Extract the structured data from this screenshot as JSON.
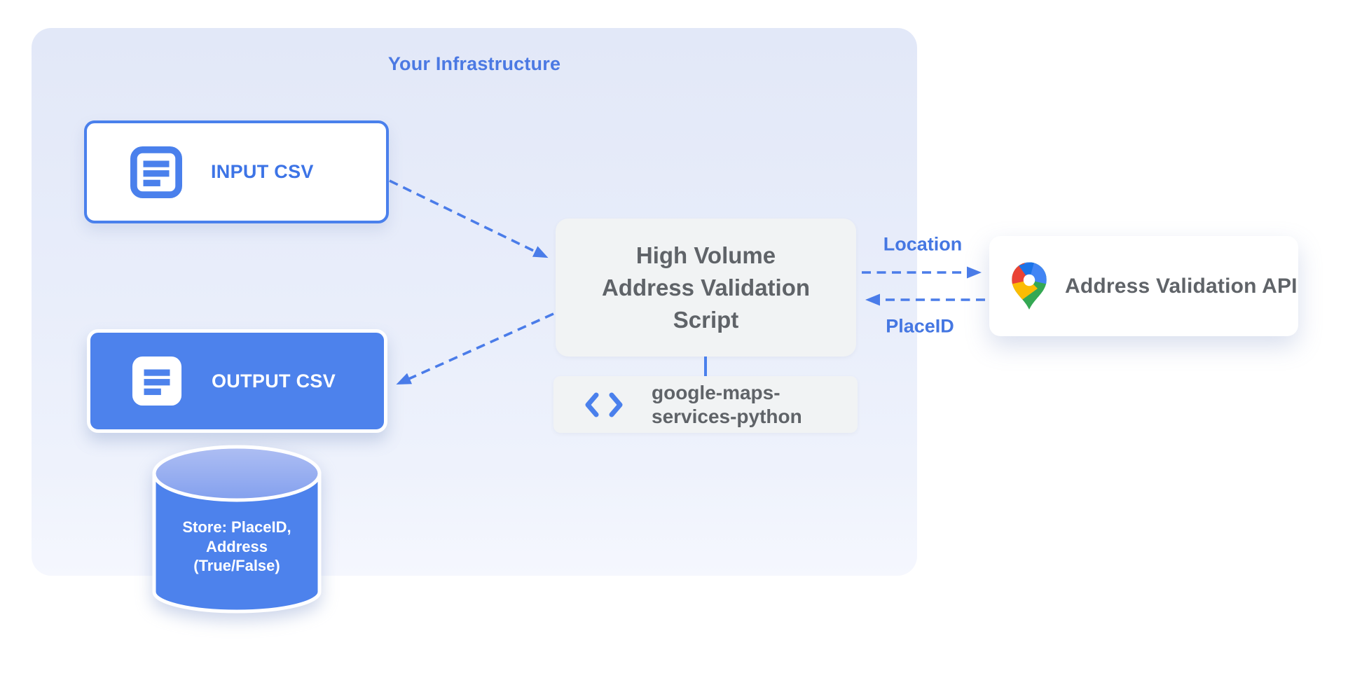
{
  "infrastructure": {
    "title": "Your Infrastructure"
  },
  "nodes": {
    "input_csv": {
      "label": "INPUT CSV",
      "icon": "document-icon"
    },
    "output_csv": {
      "label": "OUTPUT CSV",
      "icon": "document-icon"
    },
    "datastore": {
      "lines": [
        "Store: PlaceID,",
        "Address",
        "(True/False)"
      ]
    },
    "script": {
      "lines": [
        "High Volume",
        "Address Validation",
        "Script"
      ]
    },
    "library": {
      "lines": [
        "google-maps-",
        "services-python"
      ],
      "icon": "code-icon"
    },
    "api": {
      "label": "Address Validation API",
      "icon": "google-maps-pin-icon"
    }
  },
  "edge_labels": {
    "location": "Location",
    "placeid": "PlaceID"
  },
  "colors": {
    "accent_blue": "#4a80ec",
    "text_blue": "#3d74e6",
    "label_blue": "#4577e2",
    "node_blue_fill": "#4d82ec",
    "gray_fill": "#f1f3f4",
    "gray_text": "#5f6368",
    "infra_fill_top": "#e2e8f8",
    "infra_fill_bottom": "#f5f7fe",
    "pin_red": "#ea4335",
    "pin_blue_dark": "#1a73e8",
    "pin_blue_light": "#4285f4",
    "pin_yellow": "#fbbc04",
    "pin_green": "#34a853"
  }
}
